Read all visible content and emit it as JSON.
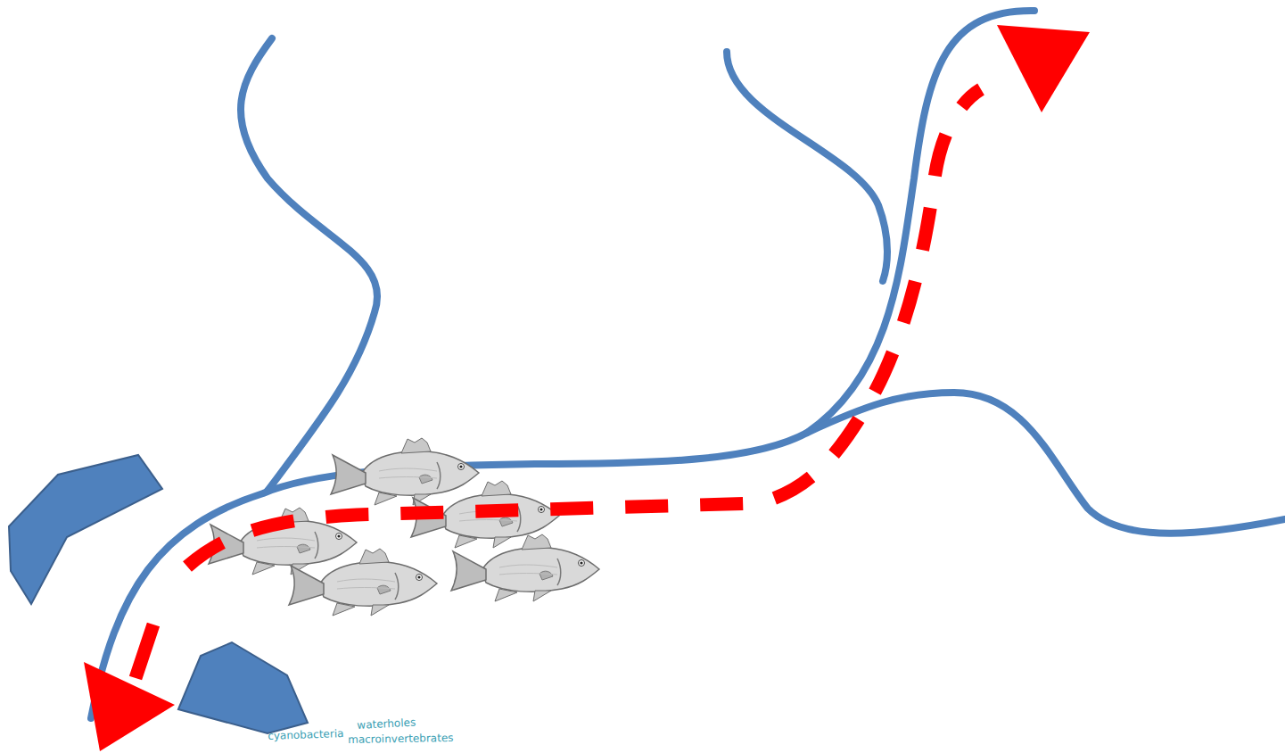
{
  "diagram": {
    "labels": [
      "waterholes",
      "cyanobacteria",
      "macroinvertebrates"
    ]
  }
}
